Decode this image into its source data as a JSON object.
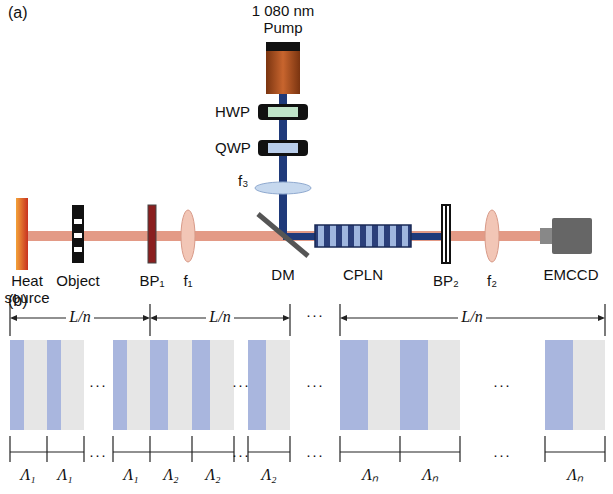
{
  "diagram": {
    "labels": [
      "(a)",
      "1 080 nm Pump",
      "HWP",
      "QWP",
      "f₃",
      "Heat source",
      "Object",
      "BP₁",
      "f₁",
      "DM",
      "CPLN",
      "BP₂",
      "f₂",
      "EMCCD",
      "(b)",
      "L/n",
      "L/n",
      "···",
      "L/n",
      "···",
      "···",
      "···",
      "···",
      "Λ₁",
      "Λ₁",
      "···",
      "Λ₁",
      "Λ₂",
      "Λ₂",
      "···",
      "Λ₂",
      "···",
      "Λₙ",
      "Λₙ",
      "···",
      "Λₙ"
    ]
  }
}
